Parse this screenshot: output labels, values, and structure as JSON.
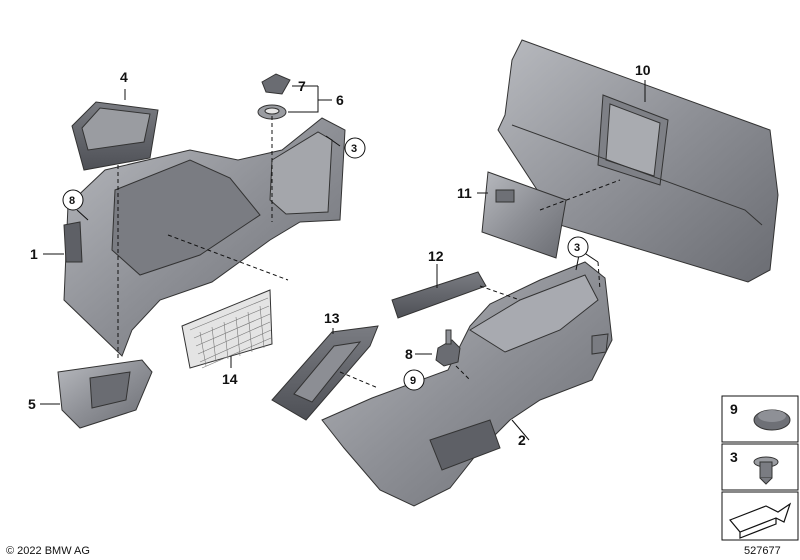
{
  "callouts": {
    "c1": "1",
    "c2": "2",
    "c3a": "3",
    "c3b": "3",
    "c4": "4",
    "c5": "5",
    "c6": "6",
    "c7": "7",
    "c8a": "8",
    "c8b": "8",
    "c9": "9",
    "c10": "10",
    "c11": "11",
    "c12": "12",
    "c13": "13",
    "c14": "14"
  },
  "legend": {
    "item9": "9",
    "item3": "3"
  },
  "footer": {
    "copyright": "© 2022 BMW AG",
    "diagram_number": "527677"
  },
  "colors": {
    "part_fill": "#8e9096",
    "part_dark": "#6c6e74",
    "part_light": "#b4b6bb",
    "line": "#111111"
  }
}
